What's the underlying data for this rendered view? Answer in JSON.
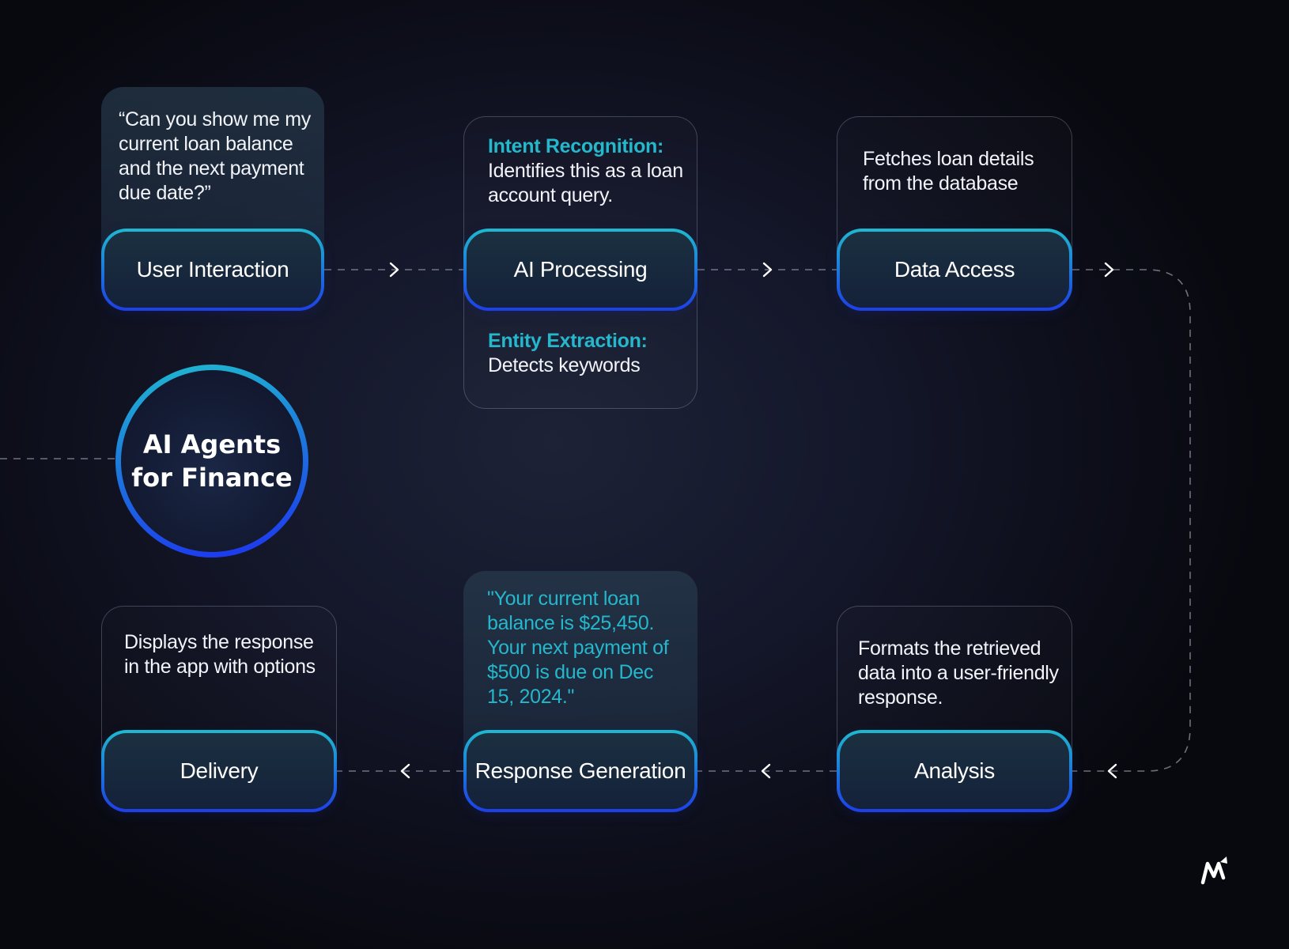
{
  "hub": {
    "title": "AI Agents\nfor Finance"
  },
  "steps": {
    "user_interaction": {
      "label": "User Interaction",
      "text": "“Can you show me my current loan balance and the next payment due date?”"
    },
    "ai_processing": {
      "label": "AI Processing",
      "intent_heading": "Intent Recognition:",
      "intent_text": "Identifies this as a loan account query.",
      "entity_heading": "Entity Extraction:",
      "entity_text": "Detects keywords"
    },
    "data_access": {
      "label": "Data Access",
      "text": "Fetches loan details from the database"
    },
    "analysis": {
      "label": "Analysis",
      "text": "Formats the retrieved data into a user-friendly response."
    },
    "response_generation": {
      "label": "Response Generation",
      "text": "\"Your current loan balance is $25,450. Your next payment of $500 is due on Dec 15, 2024.\""
    },
    "delivery": {
      "label": "Delivery",
      "text": "Displays the response in the app with options"
    }
  },
  "colors": {
    "accent_teal": "#25b7cc",
    "accent_blue": "#1d3fe8",
    "background": "#0c0d18"
  },
  "icons": {
    "logo": "brand-logo-icon",
    "arrow": "chevron-arrow-icon"
  }
}
